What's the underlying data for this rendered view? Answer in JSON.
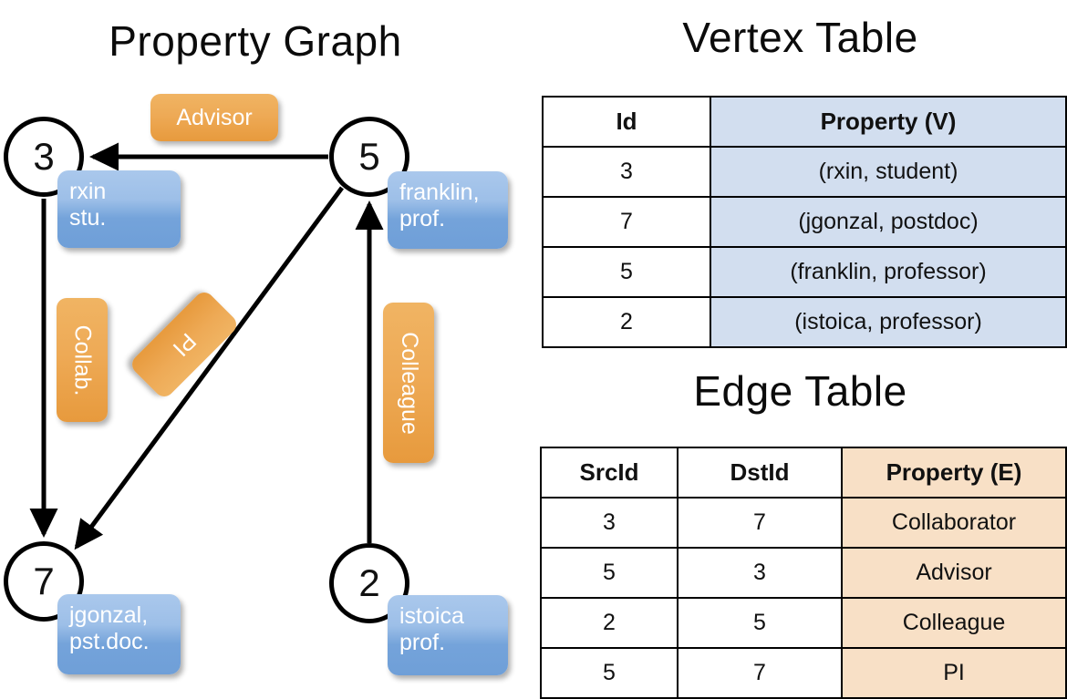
{
  "graph": {
    "title": "Property Graph",
    "nodes": [
      {
        "id": "3",
        "property_line1": "rxin",
        "property_line2": "stu."
      },
      {
        "id": "5",
        "property_line1": "franklin,",
        "property_line2": "prof."
      },
      {
        "id": "7",
        "property_line1": "jgonzal,",
        "property_line2": "pst.doc."
      },
      {
        "id": "2",
        "property_line1": "istoica",
        "property_line2": "prof."
      }
    ],
    "edge_labels": [
      {
        "label": "Advisor",
        "orientation": "horizontal"
      },
      {
        "label": "Collab.",
        "orientation": "vertical"
      },
      {
        "label": "PI",
        "orientation": "diagonal"
      },
      {
        "label": "Colleague",
        "orientation": "vertical"
      }
    ]
  },
  "vertex_table": {
    "title": "Vertex Table",
    "columns": [
      "Id",
      "Property (V)"
    ],
    "rows": [
      {
        "id": "3",
        "property": "(rxin, student)"
      },
      {
        "id": "7",
        "property": "(jgonzal, postdoc)"
      },
      {
        "id": "5",
        "property": "(franklin, professor)"
      },
      {
        "id": "2",
        "property": "(istoica, professor)"
      }
    ]
  },
  "edge_table": {
    "title": "Edge Table",
    "columns": [
      "SrcId",
      "DstId",
      "Property (E)"
    ],
    "rows": [
      {
        "src": "3",
        "dst": "7",
        "property": "Collaborator"
      },
      {
        "src": "5",
        "dst": "3",
        "property": "Advisor"
      },
      {
        "src": "2",
        "dst": "5",
        "property": "Colleague"
      },
      {
        "src": "5",
        "dst": "7",
        "property": "PI"
      }
    ]
  },
  "colors": {
    "vertex_cell": "#d2deef",
    "edge_cell": "#f8e0c6",
    "node_box_blue": "#7aa6dd",
    "edge_label_orange": "#eeaa56",
    "stroke": "#000000",
    "background": "#ffffff"
  }
}
